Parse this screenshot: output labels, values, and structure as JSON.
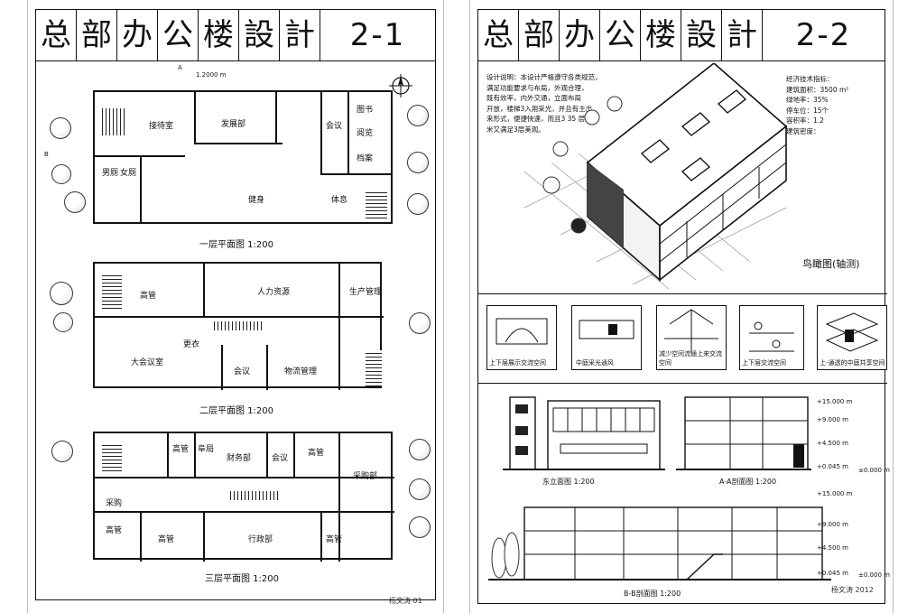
{
  "sheet1": {
    "title_chars": [
      "总",
      "部",
      "办",
      "公",
      "楼",
      "設",
      "計"
    ],
    "code": "2-1",
    "plans": [
      {
        "caption": "一层平面图 1:200",
        "rooms": [
          "接待室",
          "发展部",
          "会议",
          "图书",
          "阅览",
          "档案",
          "男厕",
          "女厕",
          "健身",
          "体息"
        ]
      },
      {
        "caption": "二层平面图 1:200",
        "rooms": [
          "高管",
          "人力资源",
          "生产管理",
          "大会议室",
          "会议",
          "物流管理",
          "更衣"
        ]
      },
      {
        "caption": "三层平面图 1:200",
        "rooms": [
          "高管",
          "阜局",
          "财务部",
          "会议",
          "高管",
          "采购部",
          "采购",
          "高管",
          "高管",
          "行政部",
          "高管"
        ]
      }
    ],
    "signature": "杨文涛 01",
    "mark_A": "A",
    "mark_B": "B",
    "dim_top": "1.2000 m"
  },
  "sheet2": {
    "title_chars": [
      "总",
      "部",
      "办",
      "公",
      "楼",
      "設",
      "計"
    ],
    "code": "2-2",
    "design_note": [
      "设计说明：本设计严格遵守各类规范，",
      "满足功能要求与布局，外观合理，",
      "既有效率，内外交通，立面布局",
      "开放，楼梯3入用采光，并且有主出",
      "来形式，便捷快速，而且3 35 层",
      "米又满足3层美观。"
    ],
    "tech_title": "经济技术指标：",
    "tech_items": [
      {
        "label": "建筑面积：",
        "value": "3500 m²"
      },
      {
        "label": "绿地率：",
        "value": "35%"
      },
      {
        "label": "停车位：",
        "value": "15个"
      },
      {
        "label": "容积率：",
        "value": "1.2"
      },
      {
        "label": "建筑密度：",
        "value": ""
      }
    ],
    "axon_caption": "鸟瞰图(轴测)",
    "analysis_captions": [
      "上下层展示交流空间",
      "中庭采光通风",
      "减少空间流通上来交流空间",
      "上下层交流空间",
      "上-通透的中庭共享空间"
    ],
    "elev_caption": "东立面图 1:200",
    "sectA_caption": "A-A剖面图 1:200",
    "sectB_caption": "B-B剖面图 1:200",
    "levels_A": [
      "+15.000 m",
      "+9.000 m",
      "+4.500 m",
      "±0.000 m",
      "+0.045 m"
    ],
    "levels_B": [
      "+15.000 m",
      "+9.000 m",
      "+4.500 m",
      "±0.000 m",
      "+0.045 m"
    ],
    "signature": "杨文涛 2012"
  }
}
